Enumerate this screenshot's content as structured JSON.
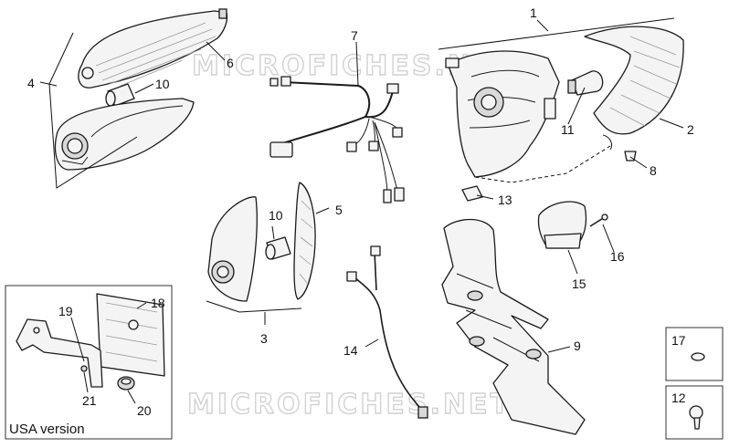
{
  "watermark": "MICROFICHES.NET",
  "callouts": {
    "c1": "1",
    "c2": "2",
    "c3": "3",
    "c4": "4",
    "c5": "5",
    "c6": "6",
    "c7": "7",
    "c8": "8",
    "c9": "9",
    "c10a": "10",
    "c10b": "10",
    "c11": "11",
    "c12": "12",
    "c13": "13",
    "c14": "14",
    "c15": "15",
    "c16": "16",
    "c17": "17",
    "c18": "18",
    "c19": "19",
    "c20": "20",
    "c21": "21"
  },
  "usa_box": {
    "label": "USA version"
  }
}
